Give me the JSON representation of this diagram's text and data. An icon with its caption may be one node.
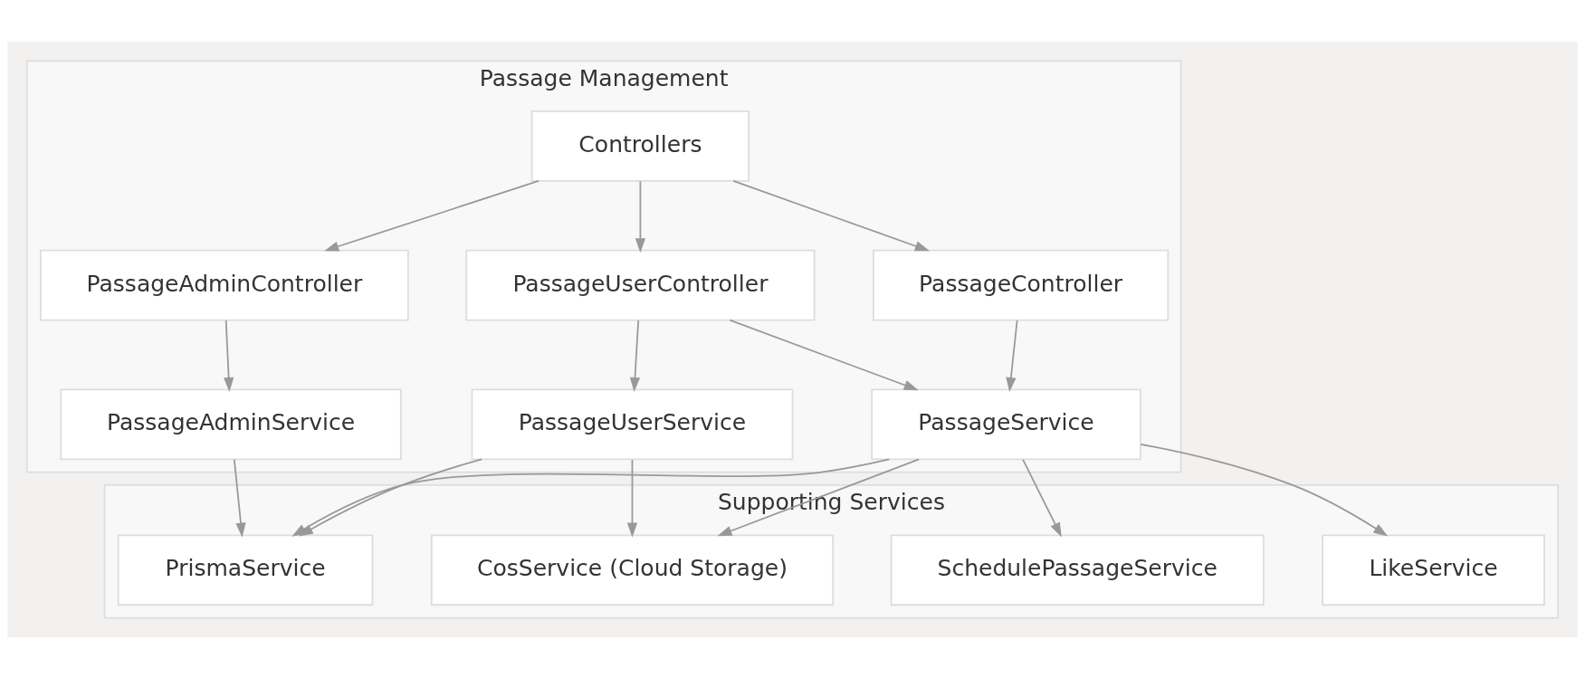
{
  "diagram": {
    "nodes": [
      {
        "text": [
          "Passage Management"
        ]
      },
      {
        "text": [
          "Controllers"
        ],
        "in": 0
      },
      {
        "text": [
          "PassageAdminController"
        ],
        "in": 0
      },
      {
        "text": [
          "PassageUserController"
        ],
        "in": 0
      },
      {
        "text": [
          "PassageController"
        ],
        "in": 0
      },
      {
        "text": [
          "PassageAdminService"
        ],
        "in": 0
      },
      {
        "text": [
          "PassageUserService"
        ],
        "in": 0
      },
      {
        "text": [
          "PassageService"
        ],
        "in": 0
      },
      {
        "text": [
          "Supporting Services"
        ]
      },
      {
        "text": [
          "PrismaService"
        ],
        "in": 8
      },
      {
        "text": [
          "CosService (Cloud Storage)"
        ],
        "in": 8
      },
      {
        "text": [
          "LikeService"
        ],
        "in": 8
      },
      {
        "text": [
          "SchedulePassageService"
        ],
        "in": 8
      }
    ],
    "edges": [
      {
        "from": 1,
        "to": 2,
        "arrow": "to"
      },
      {
        "from": 1,
        "to": 3,
        "arrow": "to"
      },
      {
        "from": 1,
        "to": 4,
        "arrow": "to"
      },
      {
        "from": 2,
        "to": 5,
        "arrow": "to"
      },
      {
        "from": 3,
        "to": 6,
        "arrow": "to"
      },
      {
        "from": 3,
        "to": 7,
        "arrow": "to"
      },
      {
        "from": 4,
        "to": 7,
        "arrow": "to"
      },
      {
        "from": 5,
        "to": 9,
        "arrow": "to"
      },
      {
        "from": 6,
        "to": 9,
        "arrow": "to"
      },
      {
        "from": 6,
        "to": 10,
        "arrow": "to"
      },
      {
        "from": 7,
        "to": 9,
        "arrow": "to"
      },
      {
        "from": 7,
        "to": 10,
        "arrow": "to"
      },
      {
        "from": 7,
        "to": 11,
        "arrow": "to"
      },
      {
        "from": 7,
        "to": 12,
        "arrow": "to"
      }
    ]
  }
}
